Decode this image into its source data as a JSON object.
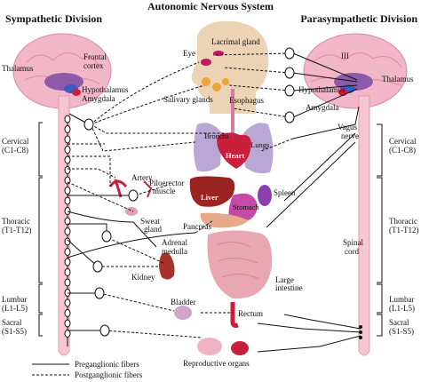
{
  "title": "Autonomic Nervous System",
  "sympathetic": {
    "heading": "Sympathetic Division",
    "thalamus": "Thalamus",
    "frontal_cortex": [
      "Frontal",
      "cortex"
    ],
    "hypothalamus": "Hypothalamus",
    "amygdala": "Amygdala",
    "regions": [
      {
        "name": "Cervical",
        "range": "(C1-C8)"
      },
      {
        "name": "Thoracic",
        "range": "(T1-T12)"
      },
      {
        "name": "Lumbar",
        "range": "(L1-L5)"
      },
      {
        "name": "Sacral",
        "range": "(S1-S5)"
      }
    ]
  },
  "parasympathetic": {
    "heading": "Parasympathetic Division",
    "cranial_nerve": "III",
    "hypothalamus": "Hypothalamus",
    "thalamus": "Thalamus",
    "amygdala": "Amygdala",
    "vagus": [
      "Vagus",
      "nerve"
    ],
    "spinal_cord": [
      "Spinal",
      "cord"
    ],
    "regions": [
      {
        "name": "Cervical",
        "range": "(C1-C8)"
      },
      {
        "name": "Thoracic",
        "range": "(T1-T12)"
      },
      {
        "name": "Lumbar",
        "range": "(L1-L5)"
      },
      {
        "name": "Sacral",
        "range": "(S1-S5)"
      }
    ]
  },
  "organs": {
    "eye": "Eye",
    "lacrimal": "Lacrimal gland",
    "salivary": "Salivary glands",
    "esophagus": "Esophagus",
    "bronchi": "Bronchi",
    "lungs": "Lungs",
    "heart": "Heart",
    "artery": "Artery",
    "piloerector": [
      "Piloerector",
      "muscle"
    ],
    "sweat": [
      "Sweat",
      "gland"
    ],
    "liver": "Liver",
    "spleen": "Spleen",
    "stomach": "Stomach",
    "pancreas": "Pancreas",
    "adrenal": [
      "Adrenal",
      "medulla"
    ],
    "kidney": "Kidney",
    "large_intestine": [
      "Large",
      "intestine"
    ],
    "bladder": "Bladder",
    "rectum": "Rectum",
    "reproductive": "Reproductive organs"
  },
  "legend": {
    "pre": "Preganglionic fibers",
    "post": "Postganglionic fibers"
  },
  "colors": {
    "brain": "#f2b6c9",
    "brain_dark": "#e48aa8",
    "spinal": "#f6c6d2",
    "head": "#e9cba8",
    "lung": "#b9a7d6",
    "heart": "#c8203a",
    "liver": "#9b2420",
    "stomach": "#c64aa8",
    "intestine": "#e9a6b3",
    "kidney": "#a8322a"
  }
}
